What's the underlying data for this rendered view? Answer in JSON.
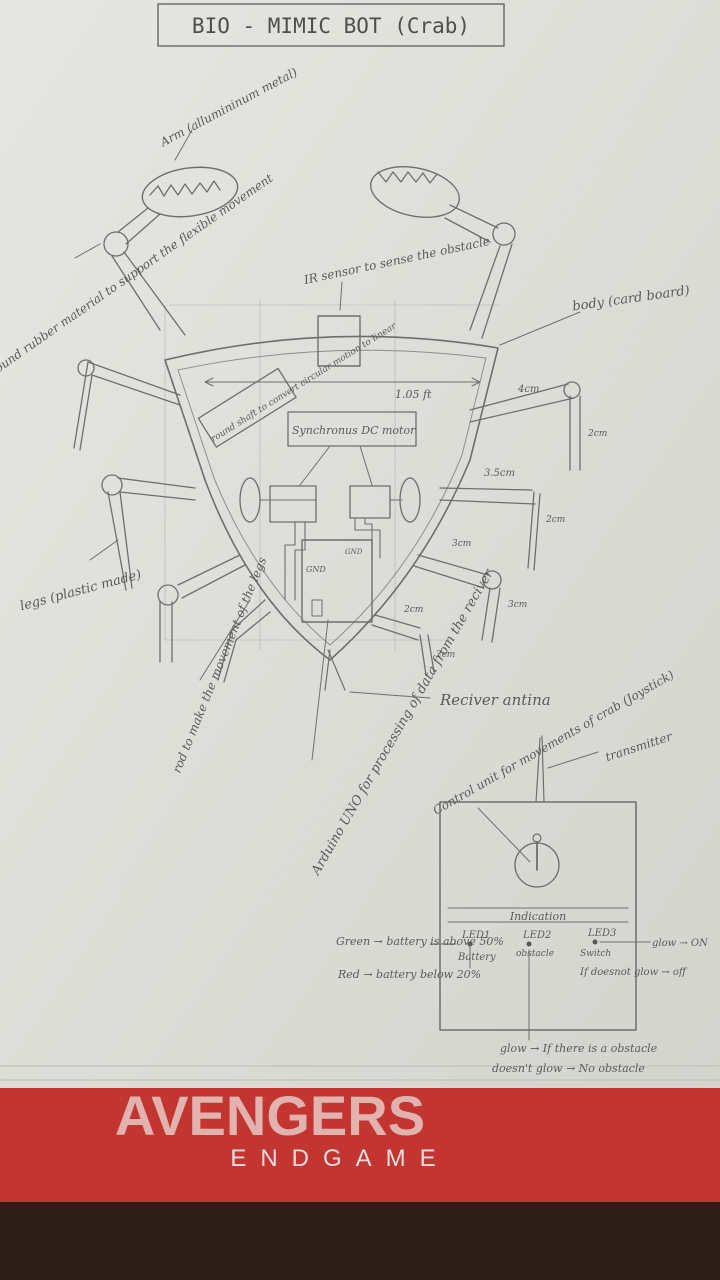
{
  "title": "BIO - MIMIC BOT (Crab)",
  "labels": {
    "arm": "Arm (allumininum metal)",
    "round_rubber": "round rubber material to support the flexible movement",
    "ir_sensor": "IR sensor to sense the obstacle",
    "body": "body (card board)",
    "round_shaft": "round shaft to convert circular motion to linear",
    "synchronous_motor": "Synchronus DC motor",
    "dim_length": "1.05 ft",
    "dim_4cm": "4cm",
    "dim_2cm_a": "2cm",
    "dim_35cm": "3.5cm",
    "dim_2cm_b": "2cm",
    "dim_3cm_a": "3cm",
    "dim_3cm_b": "3cm",
    "dim_2cm_c": "2cm",
    "dim_2cm_d": "2cm",
    "gnd": "GND",
    "gnd_right": "GND",
    "legs": "legs (plastic made)",
    "rod": "rod to make the movement of the legs",
    "arduino": "Arduino UNO for processing of data from the reciver",
    "receiver_antenna": "Reciver antina",
    "control_unit": "Control unit for movements of crab (Joystick)",
    "transmitter": "transmitter",
    "indication": "Indication",
    "led1": "LED1",
    "led2": "LED2",
    "led3": "LED3",
    "battery": "Battery",
    "obstacle": "obstacle",
    "switch": "Switch",
    "green_note": "Green → battery is above 50%",
    "red_note": "Red → battery below 20%",
    "glow_on": "glow → ON",
    "not_glow_off": "If doesnot glow → off",
    "obstacle_note_1": "glow → If there is a obstacle",
    "obstacle_note_2": "doesn't glow → No obstacle",
    "banner_top": "AVENGERS",
    "banner_bottom": "ENDGAME"
  }
}
